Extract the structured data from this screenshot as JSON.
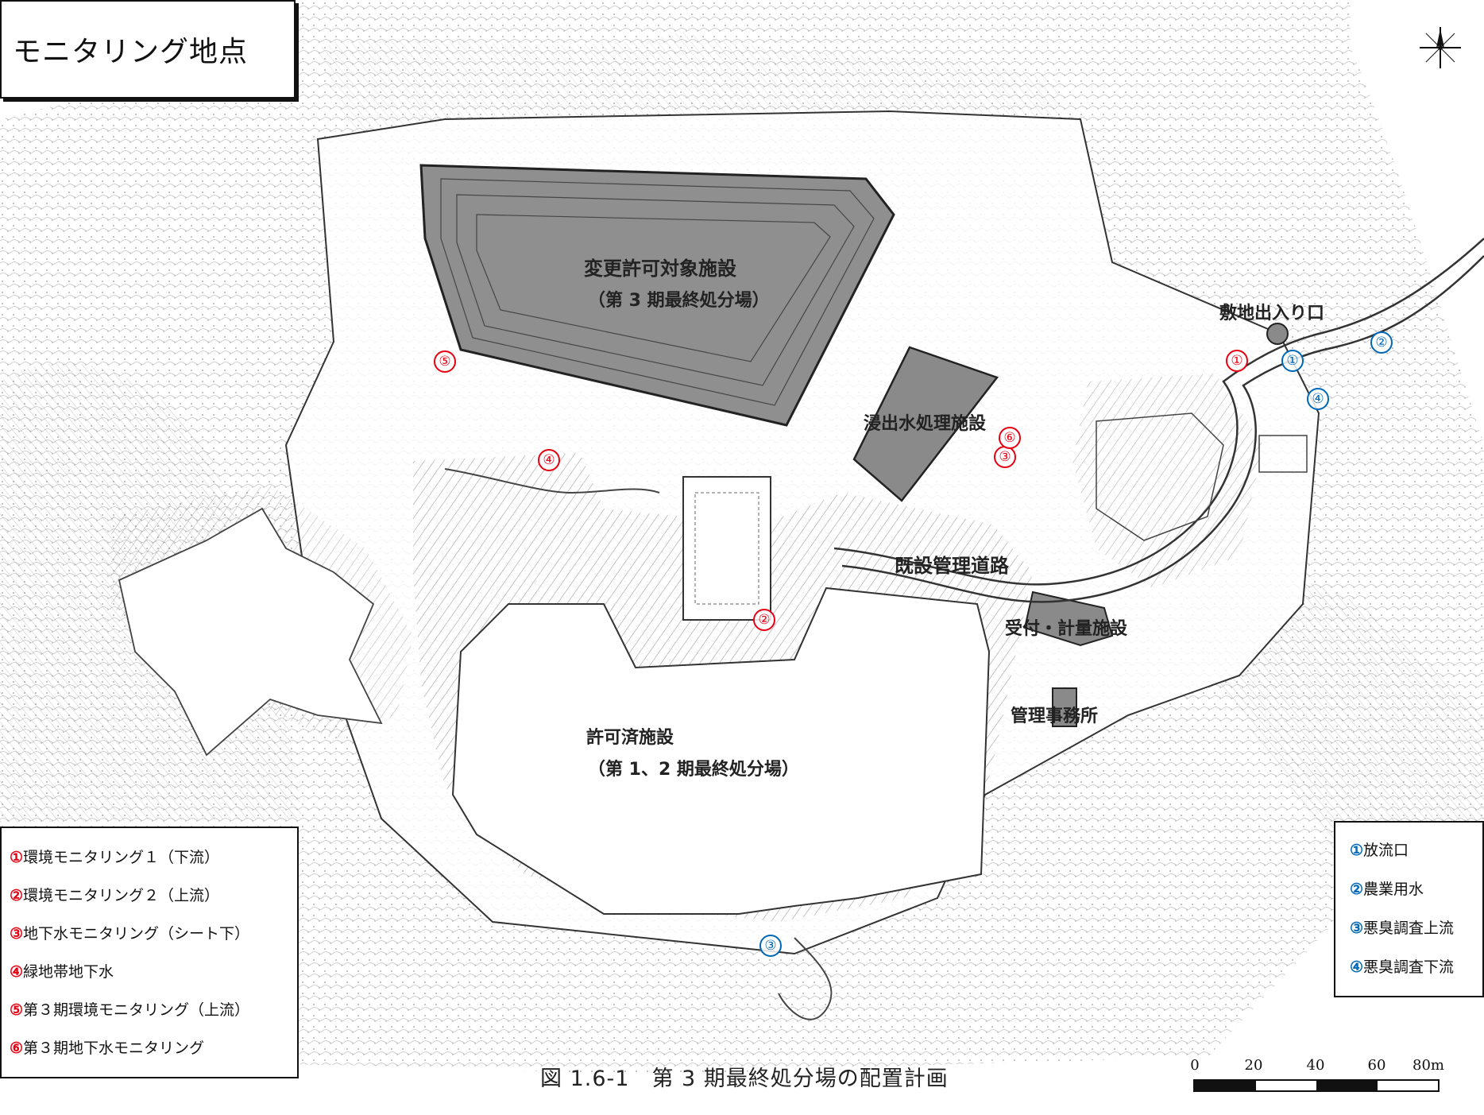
{
  "title": "モニタリング地点",
  "caption": "図 1.6-1　第 3 期最終処分場の配置計画",
  "facility_labels": {
    "change_permit": "変更許可対象施設",
    "phase3": "（第 3 期最終処分場）",
    "leachate": "浸出水処理施設",
    "entrance": "敷地出入り口",
    "road": "既設管理道路",
    "reception": "受付・計量施設",
    "office": "管理事務所",
    "permitted": "許可済施設",
    "phase12": "（第 1、2 期最終処分場）"
  },
  "legend_left": [
    {
      "num": "①",
      "text": "環境モニタリング１（下流）"
    },
    {
      "num": "②",
      "text": "環境モニタリング２（上流）"
    },
    {
      "num": "③",
      "text": "地下水モニタリング（シート下）"
    },
    {
      "num": "④",
      "text": "緑地帯地下水"
    },
    {
      "num": "⑤",
      "text": "第３期環境モニタリング（上流）"
    },
    {
      "num": "⑥",
      "text": "第３期地下水モニタリング"
    }
  ],
  "legend_right": [
    {
      "num": "①",
      "text": "放流口"
    },
    {
      "num": "②",
      "text": "農業用水"
    },
    {
      "num": "③",
      "text": "悪臭調査上流"
    },
    {
      "num": "④",
      "text": "悪臭調査下流"
    }
  ],
  "markers_red": [
    "①",
    "②",
    "③",
    "④",
    "⑤",
    "⑥"
  ],
  "markers_blue": [
    "①",
    "②",
    "③",
    "④"
  ],
  "scale": {
    "ticks": [
      "0",
      "20",
      "40",
      "60",
      "80m"
    ]
  },
  "colors": {
    "red": "#e60012",
    "blue": "#0068b7",
    "facility_fill": "#8a8a8a"
  },
  "icons": {
    "compass": "north-arrow-icon"
  }
}
